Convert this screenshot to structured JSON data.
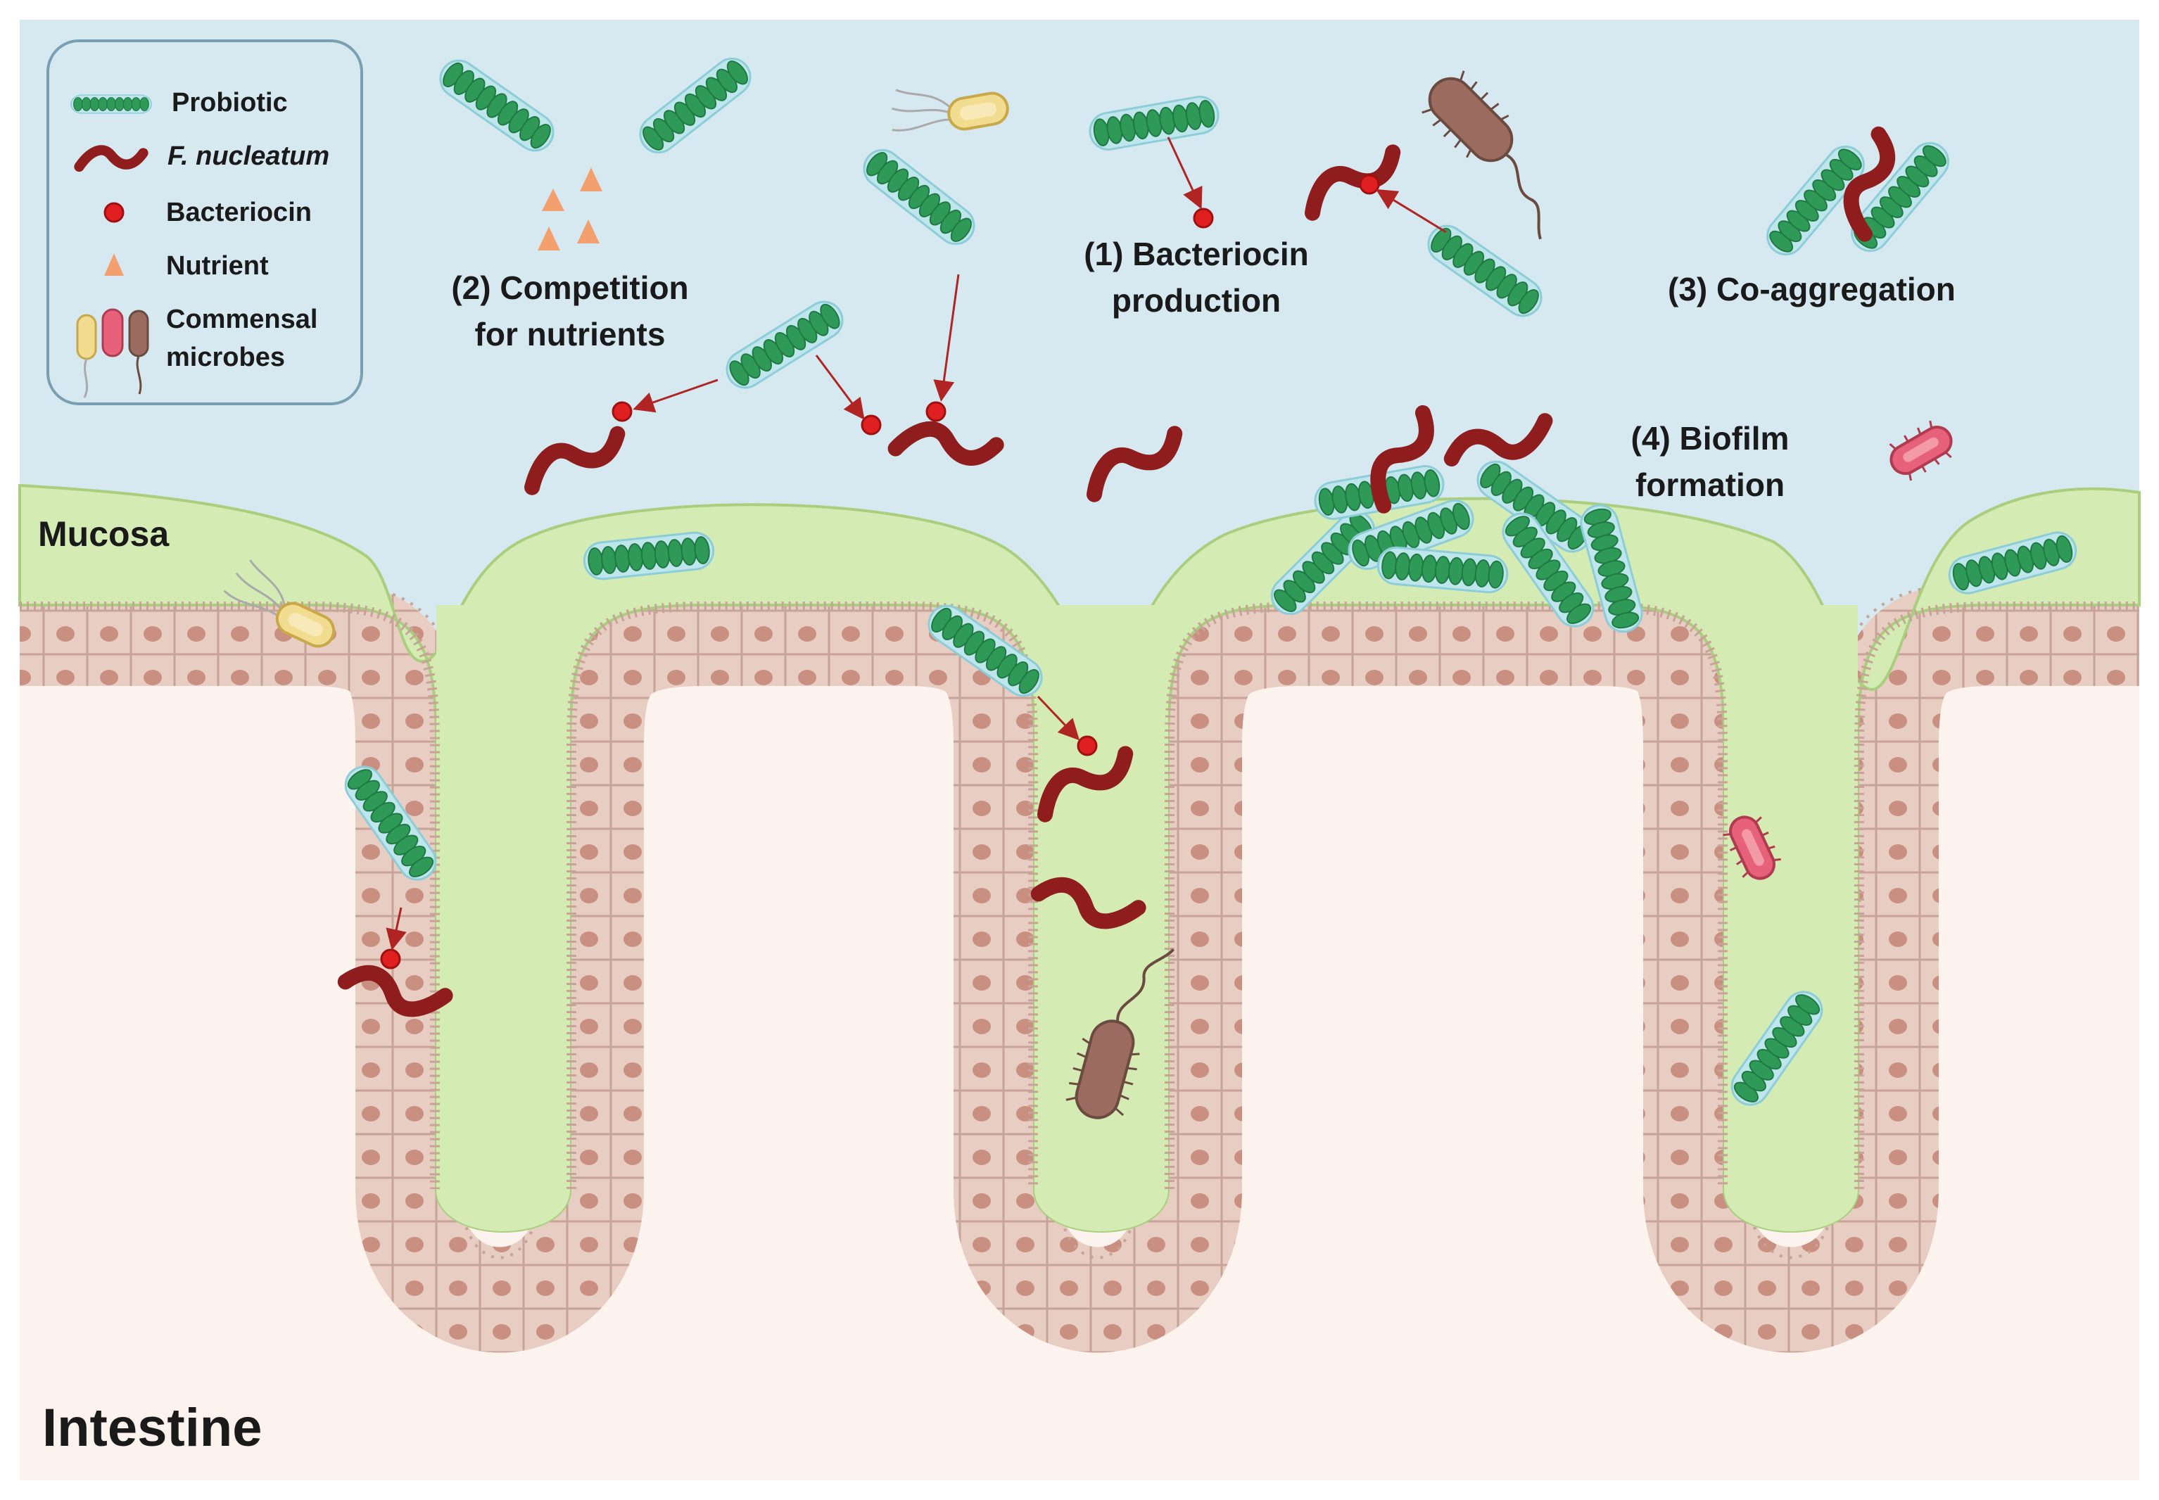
{
  "labels": {
    "mucosa": "Mucosa",
    "intestine": "Intestine",
    "competition_line1": "(2) Competition",
    "competition_line2": "for nutrients",
    "bacteriocin_line1": "(1) Bacteriocin",
    "bacteriocin_line2": "production",
    "coaggregation": "(3) Co-aggregation",
    "biofilm_line1": "(4) Biofilm",
    "biofilm_line2": "formation"
  },
  "legend": {
    "probiotic": "Probiotic",
    "f_nucleatum": "F. nucleatum",
    "bacteriocin": "Bacteriocin",
    "nutrient": "Nutrient",
    "commensal_line1": "Commensal",
    "commensal_line2": "microbes"
  },
  "colors": {
    "lumen": "#d6e9f1",
    "mucosa": "#d4ebb4",
    "mucosa_edge": "#a9cf7e",
    "tissue": "#fdf3ee",
    "cell": "#e8cdc3",
    "cell_edge": "#c7a497",
    "nucleus": "#c98f80",
    "probiotic": "#2f9a57",
    "probiotic_halo": "#9fd8e0",
    "f_nucleatum": "#8f1d1d",
    "bacteriocin": "#e02020",
    "nutrient": "#f4a06e",
    "commensal_yellow": "#f2dc90",
    "commensal_pink": "#e8617a",
    "commensal_brown": "#9a6b5e",
    "arrow": "#b02424"
  }
}
